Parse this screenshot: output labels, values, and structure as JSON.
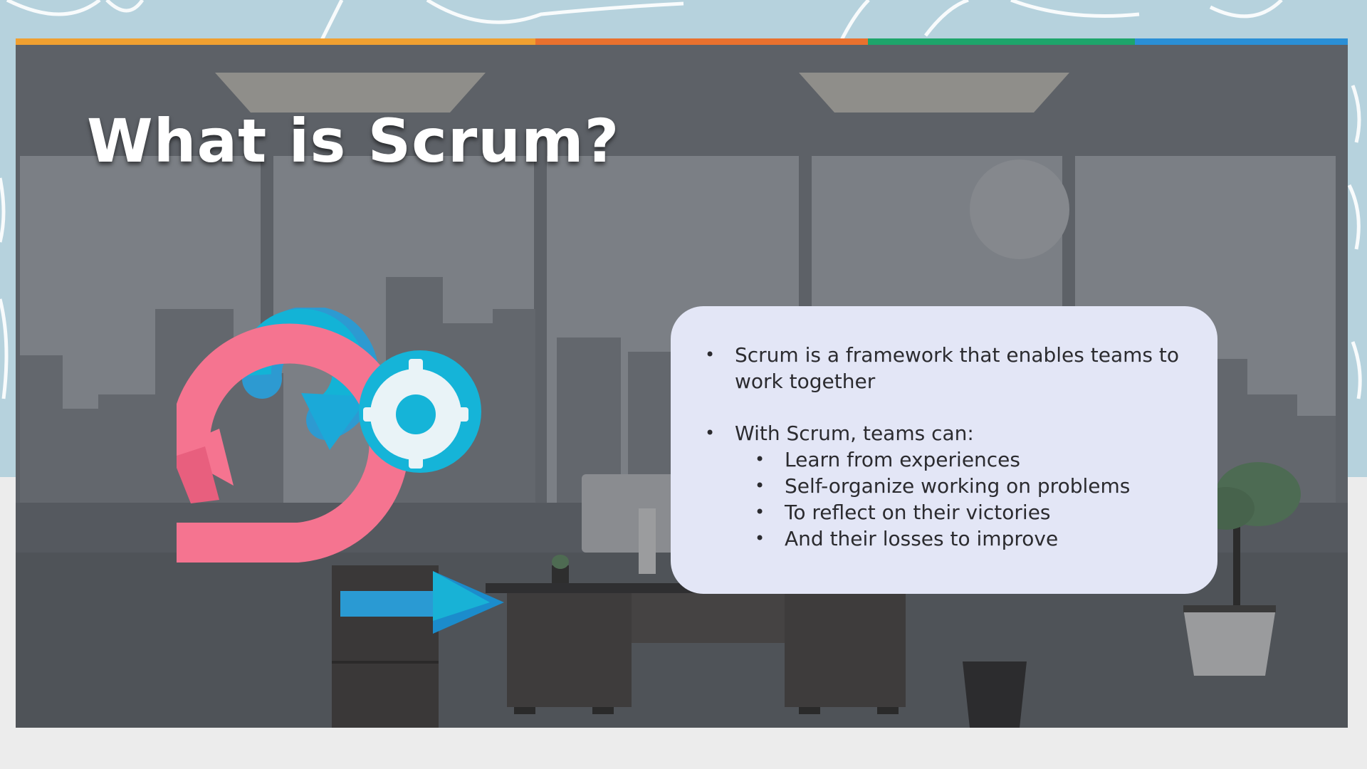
{
  "slide": {
    "title": "What is Scrum?",
    "accent_colors": [
      "#f0a030",
      "#e9712e",
      "#1ea56b",
      "#2a8fd6"
    ],
    "background_scene": "office-with-city-skyline-icon",
    "logo_icon": "scrum-cycle-icon"
  },
  "card": {
    "bullets": [
      {
        "text": "Scrum is a framework that enables teams to work together"
      },
      {
        "text": "With Scrum, teams can:",
        "sub": [
          "Learn from experiences",
          "Self-organize working on problems",
          "To reflect on their victories",
          "And their losses to improve"
        ]
      }
    ]
  }
}
